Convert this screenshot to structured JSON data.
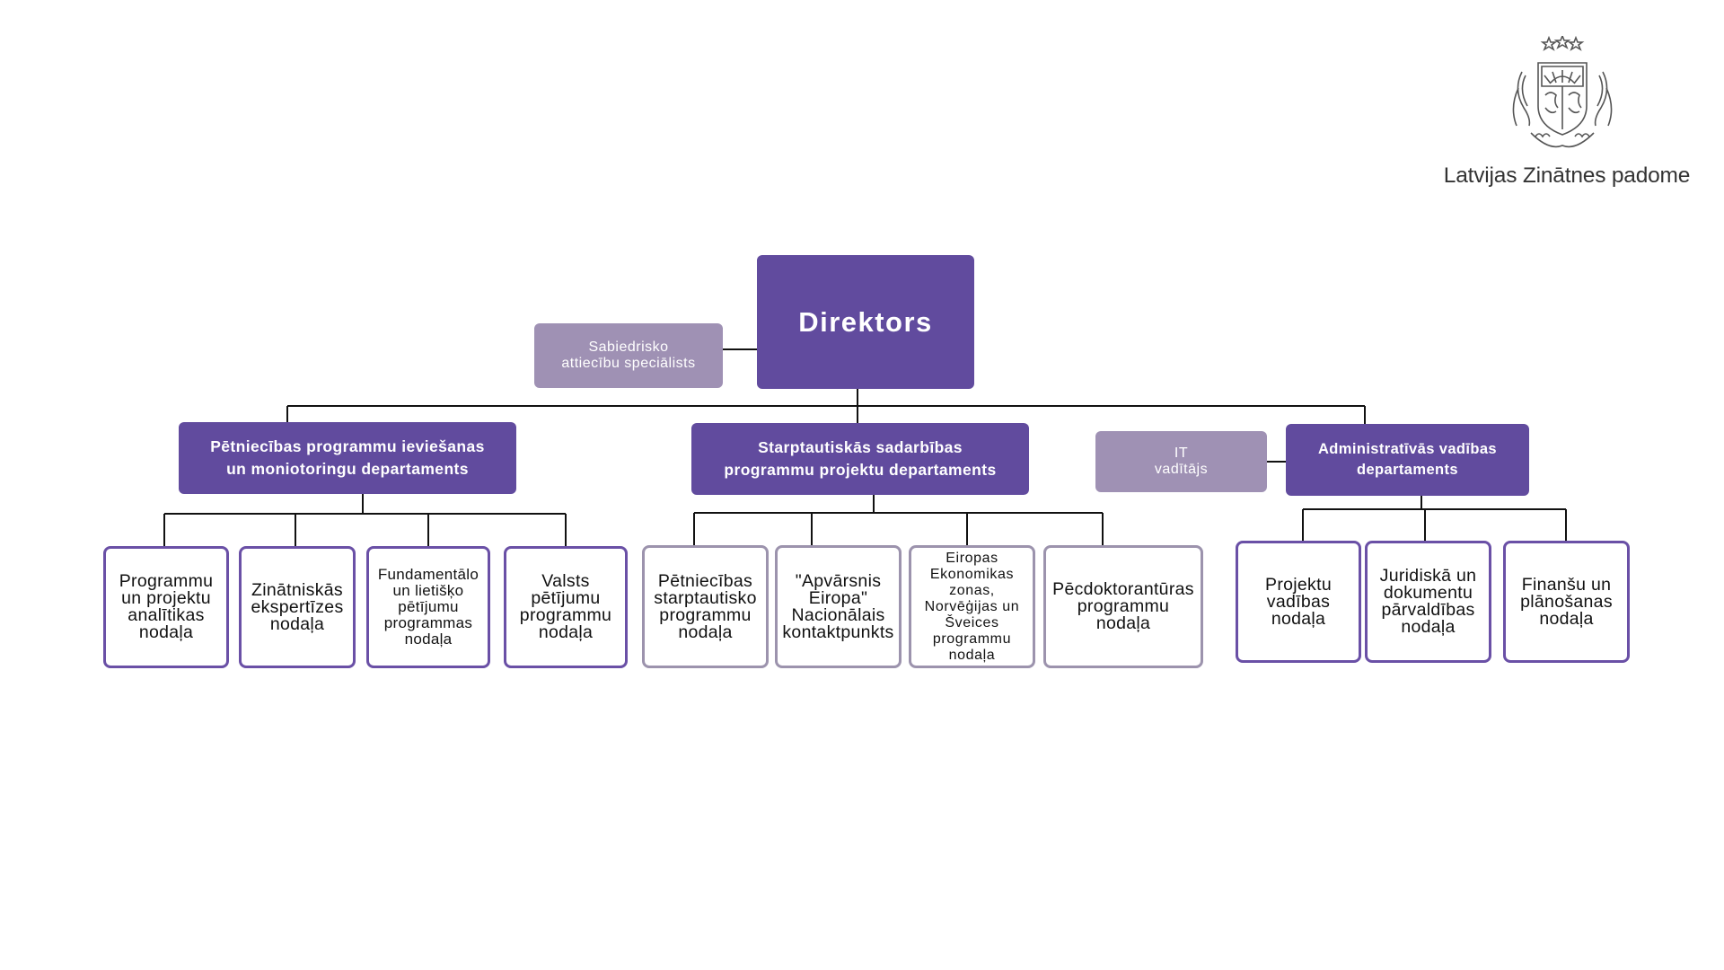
{
  "organization": {
    "name": "Latvijas Zinātnes padome",
    "emblem_icon": "latvia-coat-of-arms-icon"
  },
  "chart": {
    "director": "Direktors",
    "director_assistants": [
      "Sabiedrisko\nattiecību speciālists"
    ],
    "departments": [
      {
        "name": "Pētniecības programmu ieviešanas\nun moniotoringu departaments",
        "units": [
          "Programmu\nun projektu\nanalītikas\nnodaļa",
          "Zinātniskās\nekspertīzes\nnodaļa",
          "Fundamentālo\nun lietišķo\npētījumu\nprogrammas\nnodaļa",
          "Valsts\npētījumu\nprogrammu\nnodaļa"
        ]
      },
      {
        "name": "Starptautiskās sadarbības\nprogrammu projektu departaments",
        "units": [
          "Pētniecības\nstarptautisko\nprogrammu\nnodaļa",
          "\"Apvārsnis\nEiropa\"\nNacionālais\nkontaktpunkts",
          "Eiropas\nEkonomikas\nzonas,\nNorvēģijas un\nŠveices\nprogrammu\nnodaļa",
          "Pēcdoktorantūras\nprogrammu\nnodaļa"
        ]
      },
      {
        "name": "Administratīvās vadības\ndepartaments",
        "assistant": "IT\nvadītājs",
        "units": [
          "Projektu\nvadības\nnodaļa",
          "Juridiskā un\ndokumentu\npārvaldības\nnodaļa",
          "Finanšu un\nplānošanas\nnodaļa"
        ]
      }
    ]
  },
  "colors": {
    "primary_purple": "#614b9e",
    "staff_grey_purple": "#9f91b4",
    "unit_border_purple": "#6a50a6",
    "unit_border_grey": "#9c93ad"
  }
}
